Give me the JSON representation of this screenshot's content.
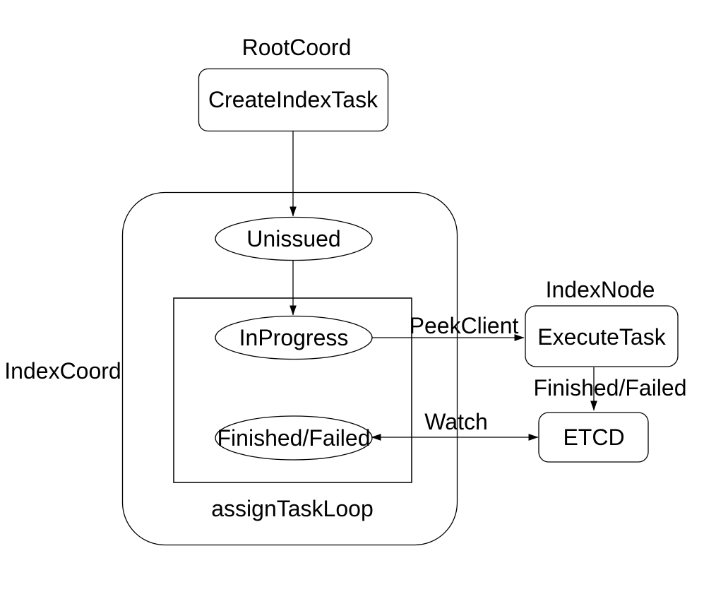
{
  "diagram": {
    "type": "flow-diagram",
    "groups": {
      "root_coord": {
        "label": "RootCoord"
      },
      "index_coord": {
        "label": "IndexCoord"
      },
      "assign_task_loop": {
        "label": "assignTaskLoop"
      },
      "index_node": {
        "label": "IndexNode"
      }
    },
    "nodes": {
      "create_index_task": {
        "label": "CreateIndexTask",
        "shape": "rounded-rect"
      },
      "unissued": {
        "label": "Unissued",
        "shape": "ellipse"
      },
      "in_progress": {
        "label": "InProgress",
        "shape": "ellipse"
      },
      "finished_failed_state": {
        "label": "Finished/Failed",
        "shape": "ellipse"
      },
      "execute_task": {
        "label": "ExecuteTask",
        "shape": "rounded-rect"
      },
      "etcd": {
        "label": "ETCD",
        "shape": "rounded-rect"
      }
    },
    "edges": {
      "create_to_unissued": {
        "label": "",
        "from": "create_index_task",
        "to": "unissued"
      },
      "unissued_to_inprogress": {
        "label": "",
        "from": "unissued",
        "to": "in_progress"
      },
      "peek_client": {
        "label": "PeekClient",
        "from": "in_progress",
        "to": "execute_task"
      },
      "finished_failed_edge": {
        "label": "Finished/Failed",
        "from": "execute_task",
        "to": "etcd"
      },
      "watch": {
        "label": "Watch",
        "from": "finished_failed_state",
        "to": "etcd",
        "bidirectional": true
      }
    },
    "colors": {
      "background": "#ffffff",
      "node_fill": "#ffffff",
      "stroke": "#000000",
      "text": "#000000"
    }
  }
}
